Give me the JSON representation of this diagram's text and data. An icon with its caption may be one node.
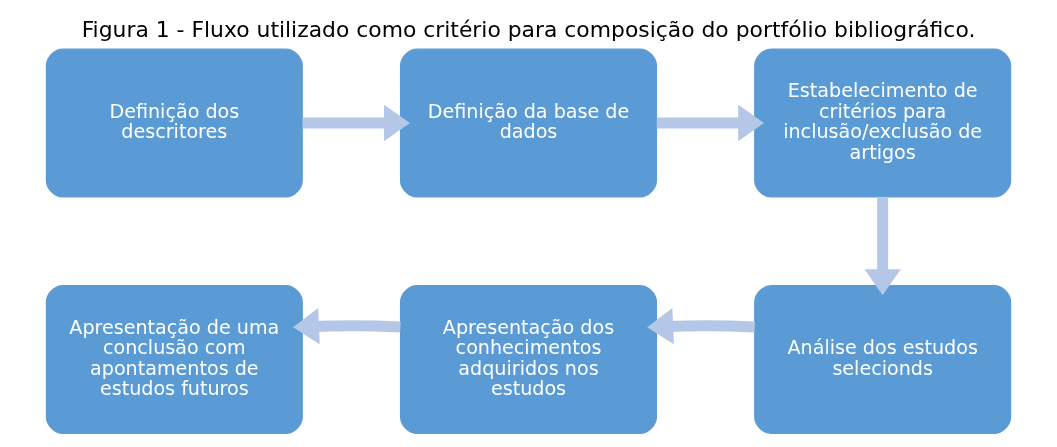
{
  "diagram": {
    "title": "Figura 1 - Fluxo utilizado como critério para composição do portfólio bibliográfico.",
    "nodes": [
      {
        "text": [
          "Definição dos descritores"
        ]
      },
      {
        "text": [
          "Definição da base de dados"
        ]
      },
      {
        "text": [
          "Estabelecimento de critérios para inclusão/exclusão de artigos"
        ]
      },
      {
        "text": [
          "Análise dos estudos selecionds"
        ]
      },
      {
        "text": [
          "Apresentação dos conhecimentos adquiridos nos estudos"
        ]
      },
      {
        "text": [
          "Apresentação de uma conclusão com apontamentos de estudos futuros"
        ]
      }
    ],
    "edges": [
      {
        "from": 0,
        "to": 1,
        "arrow": "to"
      },
      {
        "from": 1,
        "to": 2,
        "arrow": "to"
      },
      {
        "from": 2,
        "to": 3,
        "arrow": "to"
      },
      {
        "from": 3,
        "to": 4,
        "arrow": "to"
      },
      {
        "from": 4,
        "to": 5,
        "arrow": "to"
      }
    ]
  }
}
